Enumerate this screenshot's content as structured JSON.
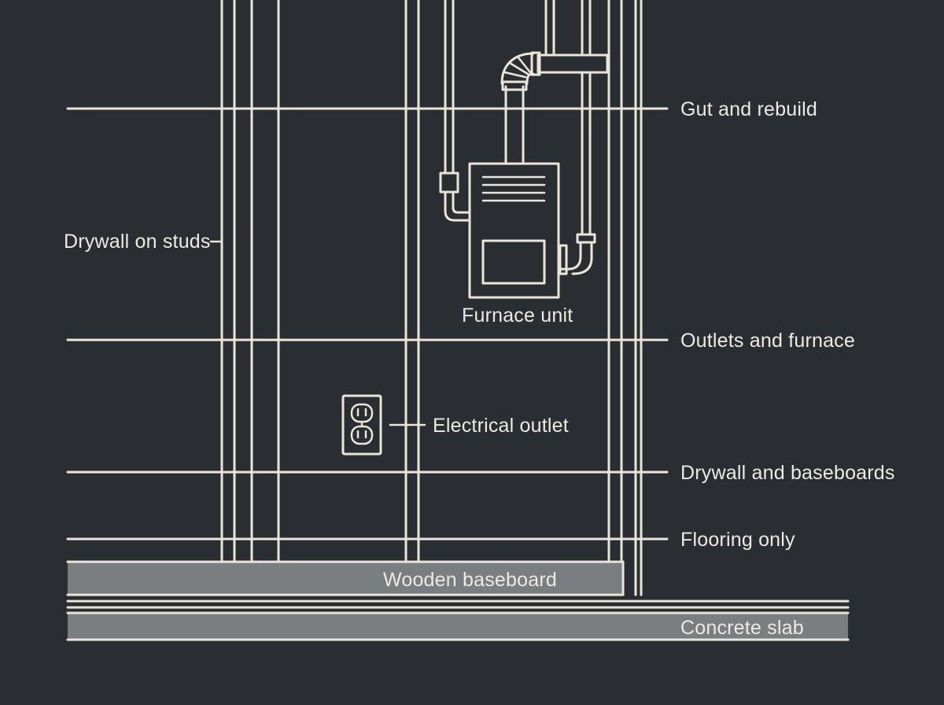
{
  "labels": {
    "gut_and_rebuild": "Gut and rebuild",
    "drywall_on_studs": "Drywall on studs",
    "furnace_unit": "Furnace unit",
    "outlets_and_furnace": "Outlets and furnace",
    "electrical_outlet": "Electrical outlet",
    "drywall_and_baseboards": "Drywall and baseboards",
    "flooring_only": "Flooring only",
    "wooden_baseboard": "Wooden baseboard",
    "concrete_slab": "Concrete slab"
  },
  "colors": {
    "background": "#2a2e33",
    "line": "#e9e6d8",
    "baseboard_fill": "#7a7e80"
  },
  "icons": [
    "furnace-icon",
    "outlet-icon",
    "pipe-elbow-icon"
  ]
}
